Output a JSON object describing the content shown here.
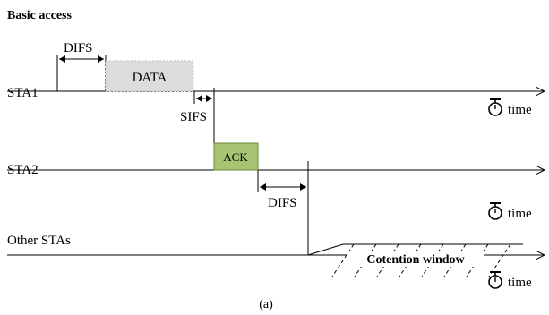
{
  "title": "Basic access",
  "stations": {
    "sta1": "STA1",
    "sta2": "STA2",
    "other": "Other STAs"
  },
  "frames": {
    "data": "DATA",
    "ack": "ACK",
    "contention_window": "Cotention window"
  },
  "intervals": {
    "difs_top": "DIFS",
    "sifs": "SIFS",
    "difs_bottom": "DIFS"
  },
  "time_labels": [
    "time",
    "time",
    "time"
  ],
  "caption": "(a)",
  "colors": {
    "data_fill": "#dcdcdc",
    "ack_fill": "#a6c472",
    "line": "#000000"
  },
  "icons": {
    "timer": "stopwatch-icon"
  }
}
